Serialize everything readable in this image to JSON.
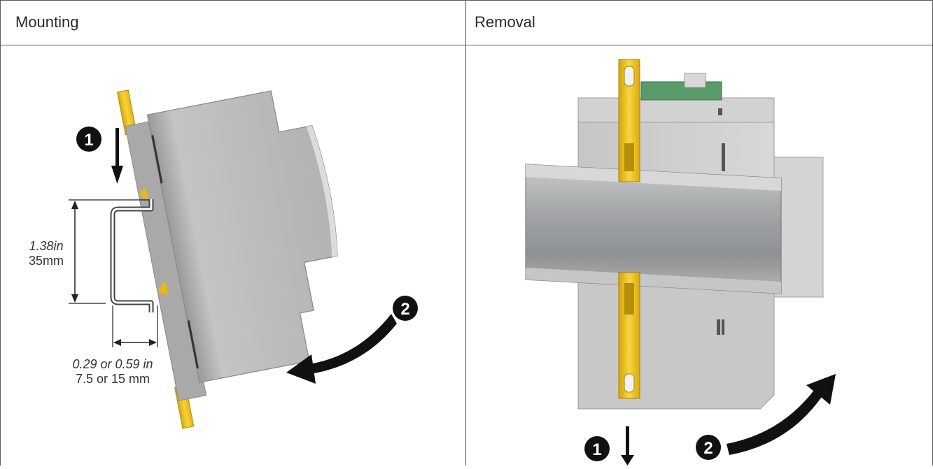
{
  "columns": [
    {
      "header": "Mounting"
    },
    {
      "header": "Removal"
    }
  ],
  "mounting": {
    "steps": [
      {
        "number": "1",
        "icon": "down-arrow-icon"
      },
      {
        "number": "2",
        "icon": "curved-arrow-icon"
      }
    ],
    "rail_height": {
      "imperial": "1.38in",
      "metric": "35mm"
    },
    "rail_depth": {
      "imperial": "0.29 or 0.59 in",
      "metric": "7.5 or 15 mm"
    }
  },
  "removal": {
    "steps": [
      {
        "number": "1",
        "icon": "down-arrow-icon"
      },
      {
        "number": "2",
        "icon": "curved-arrow-icon"
      }
    ]
  },
  "colors": {
    "clip_yellow": "#f2c318",
    "device_gray": "#b9b9b9",
    "rail_gray": "#9fa2a4",
    "grid": "#5a5a5a"
  }
}
